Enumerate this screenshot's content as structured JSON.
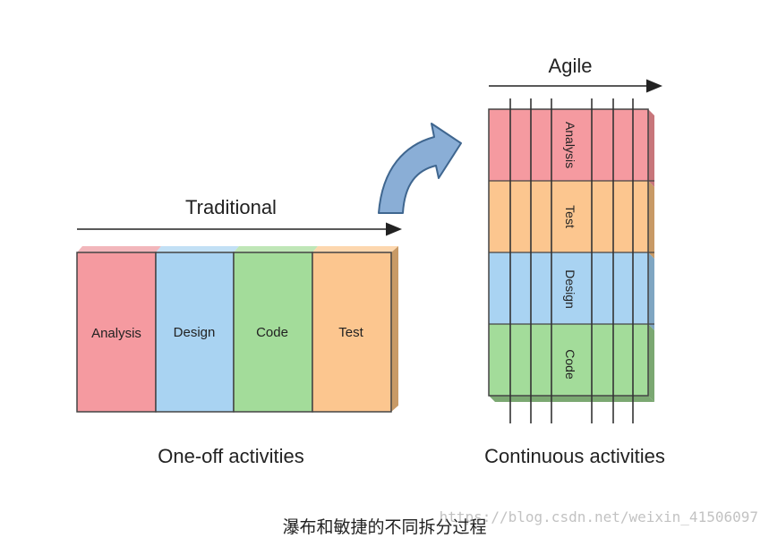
{
  "traditional": {
    "title": "Traditional",
    "caption": "One-off activities",
    "phases": [
      "Analysis",
      "Design",
      "Code",
      "Test"
    ]
  },
  "agile": {
    "title": "Agile",
    "caption": "Continuous activities",
    "phases": [
      "Analysis",
      "Test",
      "Design",
      "Code"
    ]
  },
  "colors": {
    "analysis": "#f59aa0",
    "design": "#a9d3f2",
    "code": "#a3dc9a",
    "test": "#fcc68f",
    "arrow": "#8aaed6",
    "arrow_stroke": "#3f668f"
  },
  "footer": {
    "caption": "瀑布和敏捷的不同拆分过程",
    "watermark": "https://blog.csdn.net/weixin_41506097"
  }
}
